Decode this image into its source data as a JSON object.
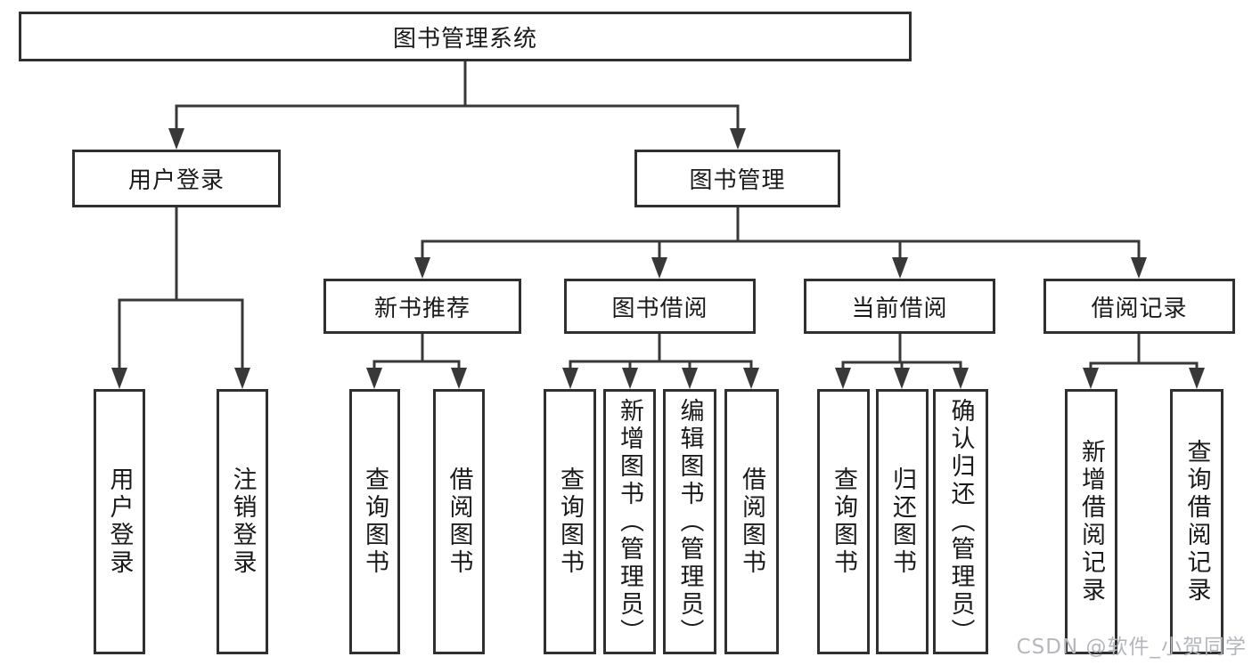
{
  "tree": {
    "root": {
      "label": "图书管理系统"
    },
    "level2": [
      {
        "label": "用户登录",
        "children": [
          {
            "label": "用户登录"
          },
          {
            "label": "注销登录"
          }
        ]
      },
      {
        "label": "图书管理",
        "children": [
          {
            "label": "新书推荐",
            "children": [
              {
                "label": "查询图书"
              },
              {
                "label": "借阅图书"
              }
            ]
          },
          {
            "label": "图书借阅",
            "children": [
              {
                "label": "查询图书"
              },
              {
                "label": "新增图书（管理员）"
              },
              {
                "label": "编辑图书（管理员）"
              },
              {
                "label": "借阅图书"
              }
            ]
          },
          {
            "label": "当前借阅",
            "children": [
              {
                "label": "查询图书"
              },
              {
                "label": "归还图书"
              },
              {
                "label": "确认归还（管理员）"
              }
            ]
          },
          {
            "label": "借阅记录",
            "children": [
              {
                "label": "新增借阅记录"
              },
              {
                "label": "查询借阅记录"
              }
            ]
          }
        ]
      }
    ]
  },
  "watermark": {
    "text": "CSDN @软件_小贺同学"
  },
  "colors": {
    "line": "#383838",
    "box_border": "#303030",
    "text": "#1a1a1a",
    "background": "#ffffff",
    "watermark": "#b4b7bb"
  }
}
